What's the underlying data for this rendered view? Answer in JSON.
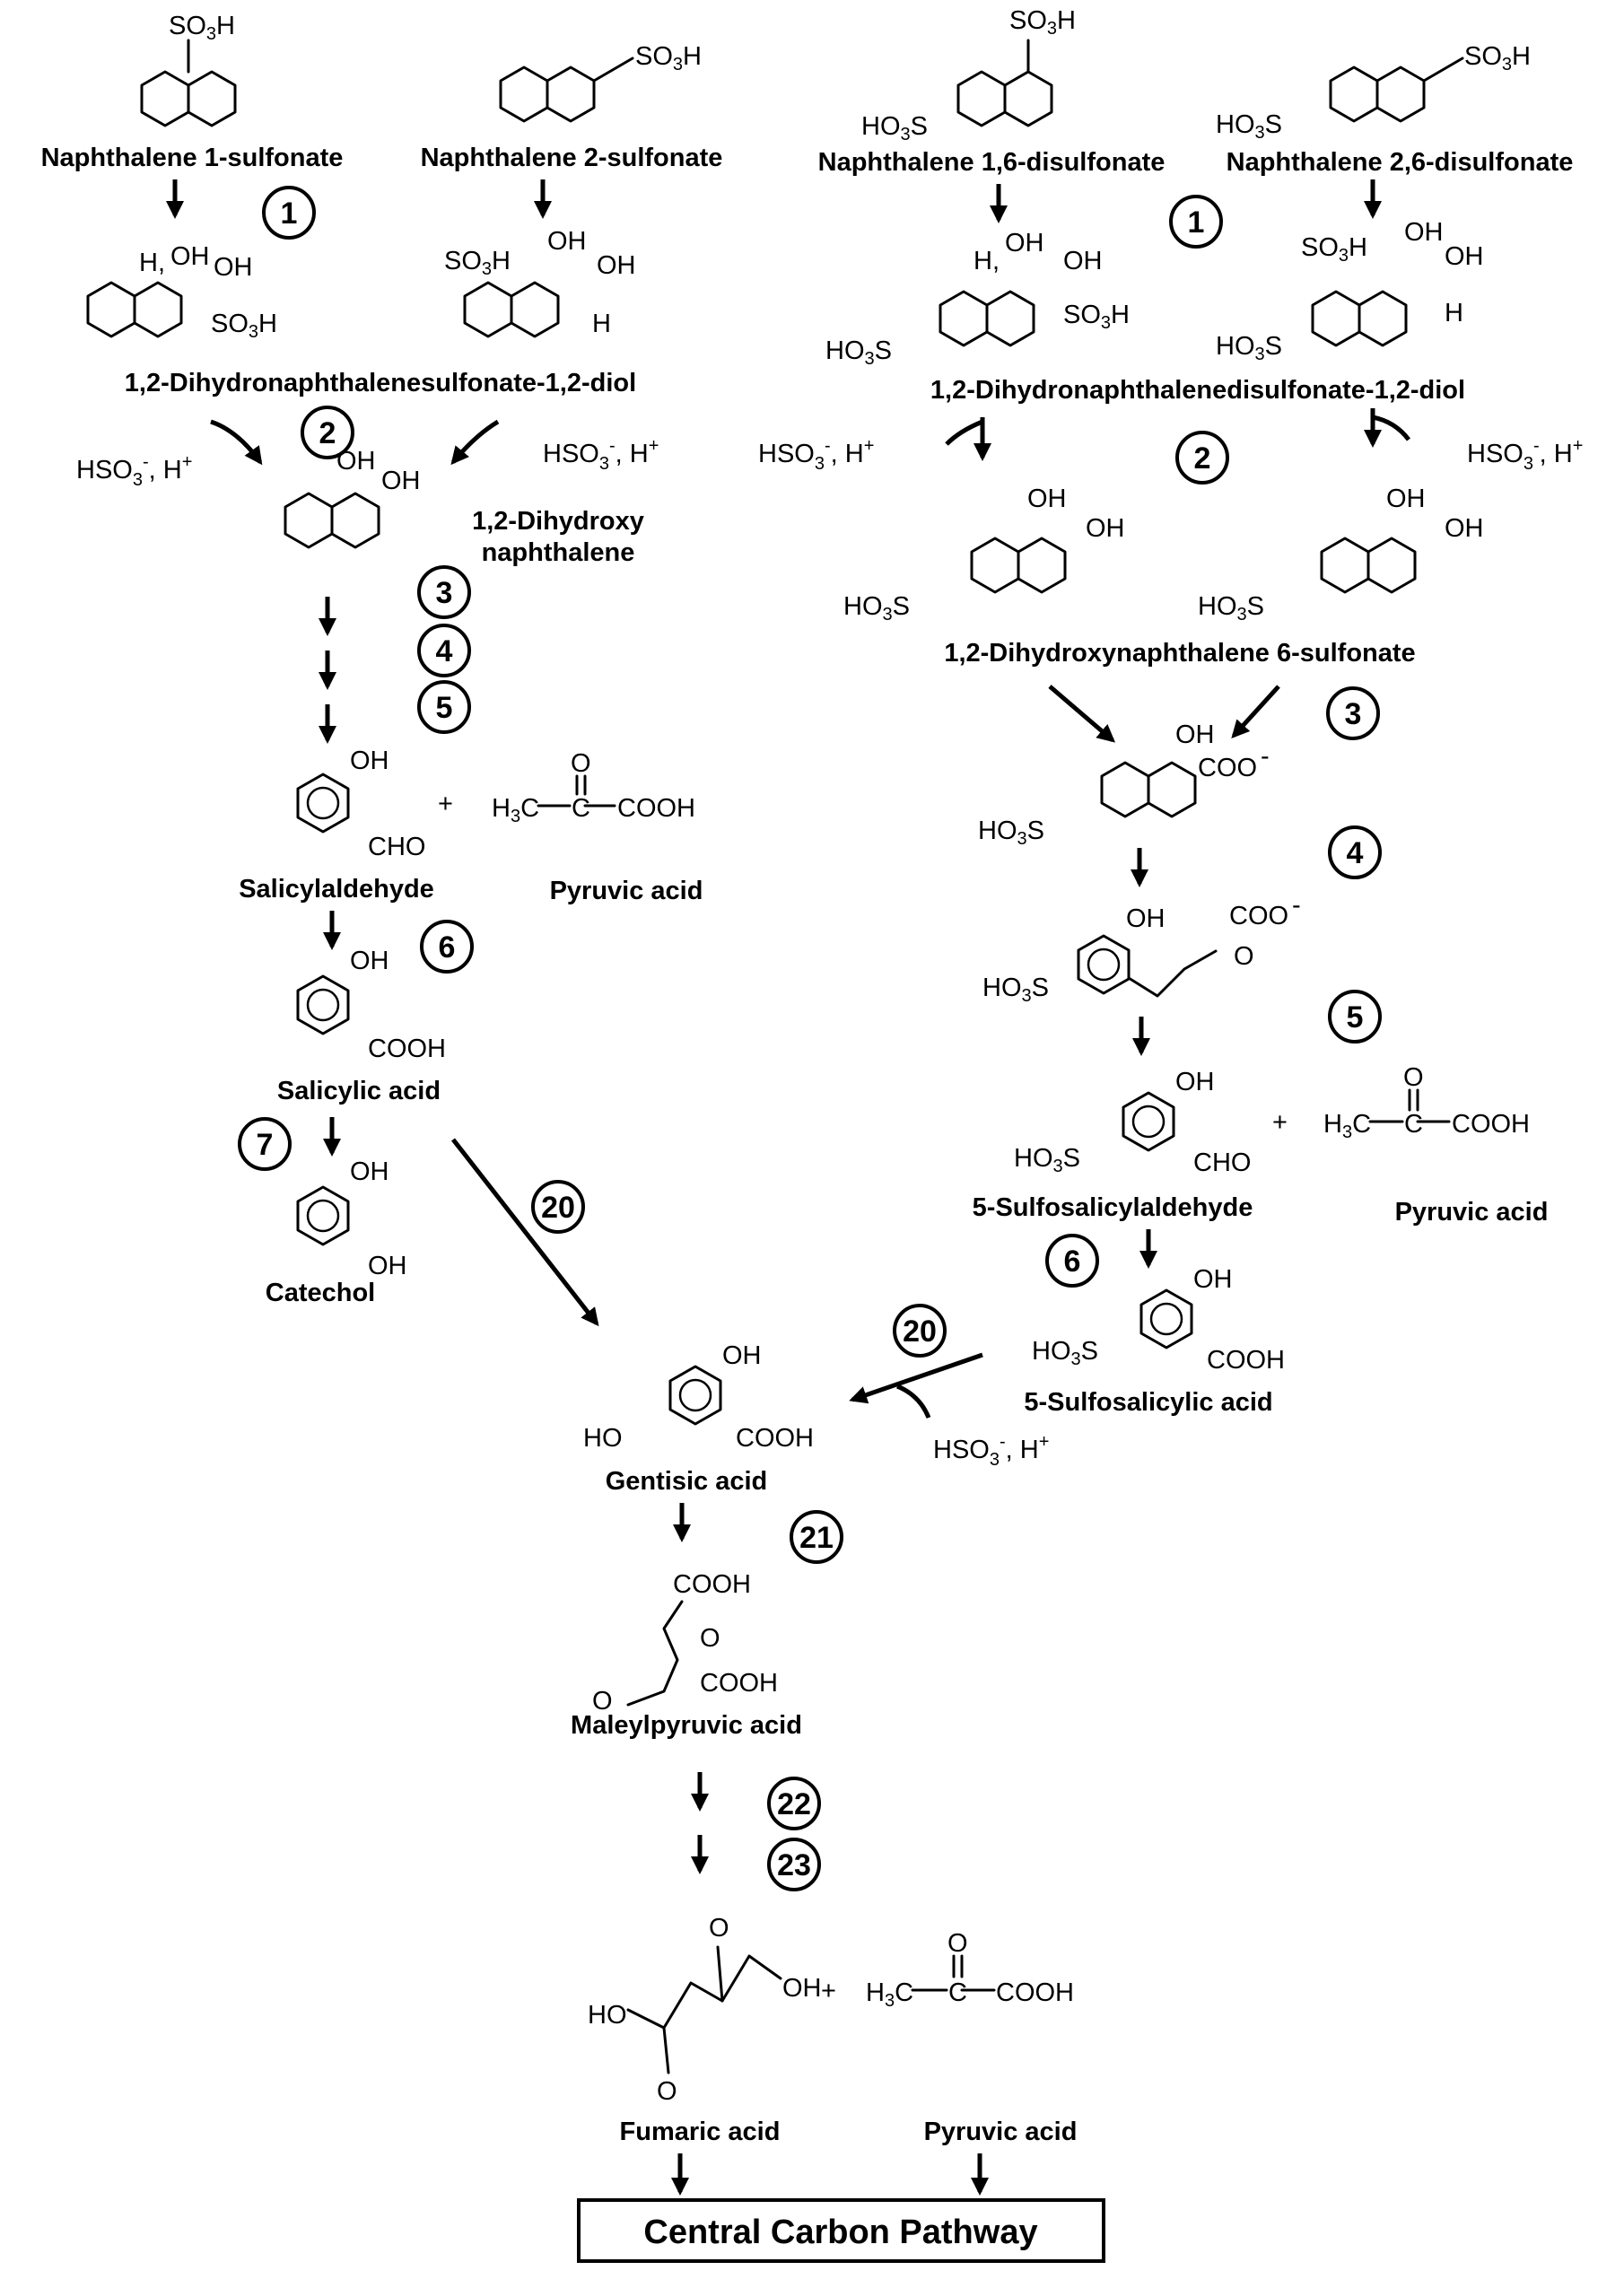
{
  "compounds": {
    "n1s": "Naphthalene 1-sulfonate",
    "n2s": "Naphthalene 2-sulfonate",
    "n16": "Naphthalene 1,6-disulfonate",
    "n26": "Naphthalene 2,6-disulfonate",
    "dhns": "1,2-Dihydronaphthalenesulfonate-1,2-diol",
    "dhnds": "1,2-Dihydronaphthalenedisulfonate-1,2-diol",
    "dhn_a": "1,2-Dihydroxy",
    "dhn_b": "naphthalene",
    "dhn6s": "1,2-Dihydroxynaphthalene 6-sulfonate",
    "salald": "Salicylaldehyde",
    "pyruvic": "Pyruvic  acid",
    "salicylic": "Salicylic  acid",
    "catechol": "Catechol",
    "sulfosalald": "5-Sulfosalicylaldehyde",
    "sulfosalicylic": "5-Sulfosalicylic  acid",
    "gentisic": "Gentisic acid",
    "maleyl": "Maleylpyruvic  acid",
    "fumaric": "Fumaric acid"
  },
  "byproduct": {
    "hso3": "HSO",
    "sub3": "3",
    "sup_minus": "-",
    "h": ", H",
    "sup_plus": "+"
  },
  "groups": {
    "so3h": "SO",
    "h": "H",
    "ho3s": "HO",
    "oh": "OH",
    "o": "O",
    "cho": "CHO",
    "cooh": "COOH",
    "coo": "COO",
    "minus": "-",
    "ho": "HO",
    "h3c": "H",
    "c": "C",
    "plus": "+"
  },
  "steps": [
    "1",
    "2",
    "3",
    "4",
    "5",
    "6",
    "7",
    "20",
    "21",
    "22",
    "23"
  ],
  "final": "Central Carbon Pathway"
}
